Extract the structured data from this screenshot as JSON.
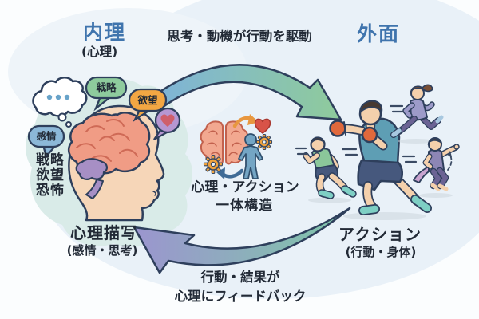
{
  "titles": {
    "inner": {
      "label": "内理",
      "sub": "(心理)"
    },
    "outer": {
      "label": "外面"
    }
  },
  "cycle": {
    "top_arrow_label": "思考・動機が行動を駆動",
    "bottom_arrow_label_line1": "行動・結果が",
    "bottom_arrow_label_line2": "心理にフィードバック"
  },
  "psychology": {
    "bubble_strategy": "戦略",
    "bubble_desire": "欲望",
    "bubble_emotion": "感情",
    "thought_list": [
      "戦略",
      "欲望",
      "恐怖"
    ],
    "caption": "心理描写",
    "caption_sub": "(感情・思考)"
  },
  "center": {
    "caption_line1": "心理・アクション",
    "caption_line2": "一体構造"
  },
  "action": {
    "caption": "アクション",
    "caption_sub": "(行動・身体)"
  },
  "icons": [
    "thought-cloud-icon",
    "heart-bubble-icon",
    "brain-icon",
    "mini-brain-icon",
    "person-icon",
    "heart-icon",
    "gear-icon",
    "cycle-arrow-orange-icon",
    "cycle-arrow-blue-icon",
    "top-cycle-arrow",
    "bottom-cycle-arrow",
    "speed-lines",
    "motion-arrow-icon"
  ],
  "colors": {
    "background": "#fbfdfe",
    "wash": "#e9f1f8",
    "title_blue": "#3f74ad",
    "text_dark": "#222a36",
    "outline_navy": "#2e3f5c",
    "blob_teal": "#d9ebe8",
    "arrow_top_start": "#7eb3d9",
    "arrow_top_end": "#8fcb9b",
    "arrow_bottom_start": "#9b95cf",
    "arrow_bottom_end": "#7fc8a8",
    "bubble_strategy": "#8ecb9d",
    "bubble_desire": "#f3a743",
    "bubble_emotion": "#8cb8d8",
    "bubble_heart": "#b697d2",
    "brain": "#f09c85",
    "cerebellum": "#a78fc5",
    "skin": "#f4d0ac",
    "shirt_teal": "#5e9eb4",
    "glove_orange": "#e0693c",
    "green_shirt": "#8bc79a",
    "purple_outfit": "#9d9bc9",
    "gear_orange": "#f0a23c",
    "heart_red": "#d85348"
  }
}
